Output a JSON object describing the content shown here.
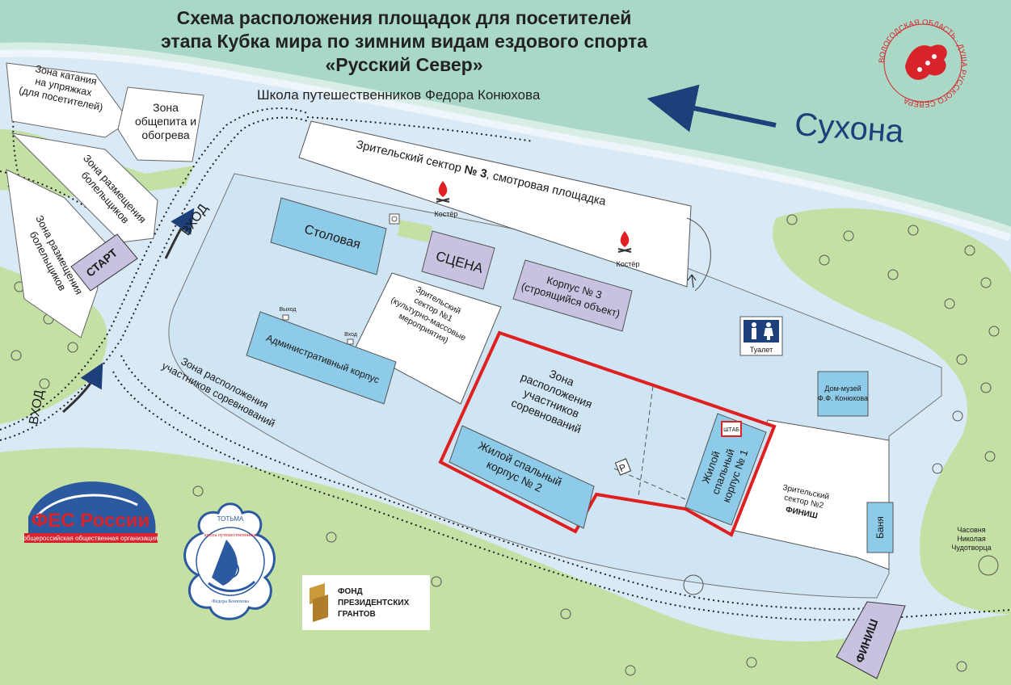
{
  "title": {
    "line1": "Схема расположения площадок для посетителей",
    "line2": "этапа Кубка мира по зимним видам ездового спорта",
    "line3": "«Русский Север»"
  },
  "subtitle": "Школа путешественников Федора Конюхова",
  "river": "Сухона",
  "zones": {
    "sled_rides": [
      "Зона катания",
      "на упряжках",
      "(для посетителей)"
    ],
    "food": [
      "Зона",
      "общепита и",
      "обогрева"
    ],
    "fans1": [
      "Зона размещения",
      "болельщиков"
    ],
    "fans2": [
      "Зона размещения",
      "болельщиков"
    ],
    "participants_outer": [
      "Зона расположения",
      "участников соревнований"
    ],
    "participants_inner": [
      "Зона",
      "расположения",
      "участников",
      "соревнований"
    ]
  },
  "sector3": {
    "prefix": "Зрительский сектор ",
    "num": "№ 3",
    "suffix": ", смотровая площадка"
  },
  "sector1": [
    "Зрительский",
    "сектор №1",
    "(культурно-массовые",
    "мероприятия)"
  ],
  "sector2": [
    "Зрительский",
    "сектор №2",
    "ФИНИШ"
  ],
  "buildings": {
    "canteen": "Столовая",
    "stage": "СЦЕНА",
    "korpus3": [
      "Корпус № 3",
      "(строящийся объект)"
    ],
    "admin": "Административный корпус",
    "dorm2": [
      "Жилой спальный",
      "корпус № 2"
    ],
    "dorm1": [
      "Жилой",
      "спальный",
      "корпус № 1"
    ],
    "hq": "ШТАБ",
    "museum": [
      "Дом-музей",
      "Ф.Ф. Конюхова"
    ],
    "bath": "Баня",
    "chapel": [
      "Часовня",
      "Николая",
      "Чудотворца"
    ],
    "toilet": "Туалет"
  },
  "markers": {
    "start": "СТАРТ",
    "finish": "ФИНИШ",
    "entrance": "ВХОД",
    "entrance2": "ВХОД",
    "exit1": "Выход",
    "exit2": "Вход",
    "bonfire": "Костёр",
    "parking": "P"
  },
  "logos": {
    "fes": "ФЕС России",
    "fes_sub": "общероссийская общественная организация",
    "totma": "ТОТЬМА",
    "school_arc": "школа путешественников",
    "school_name": "Федора Конюхова",
    "fund": [
      "ФОНД",
      "ПРЕЗИДЕНТСКИХ",
      "ГРАНТОВ"
    ],
    "vologda": "ВОЛОГОДСКАЯ ОБЛАСТЬ · ДУША РУССКОГО СЕВЕРА"
  },
  "colors": {
    "water": "#d9eaf6",
    "river": "#a9d9c6",
    "land": "#c5e0a4",
    "building": "#8ecbe8",
    "special": "#c8c1e0",
    "red": "#e02020",
    "arrow": "#1d3f7a"
  }
}
